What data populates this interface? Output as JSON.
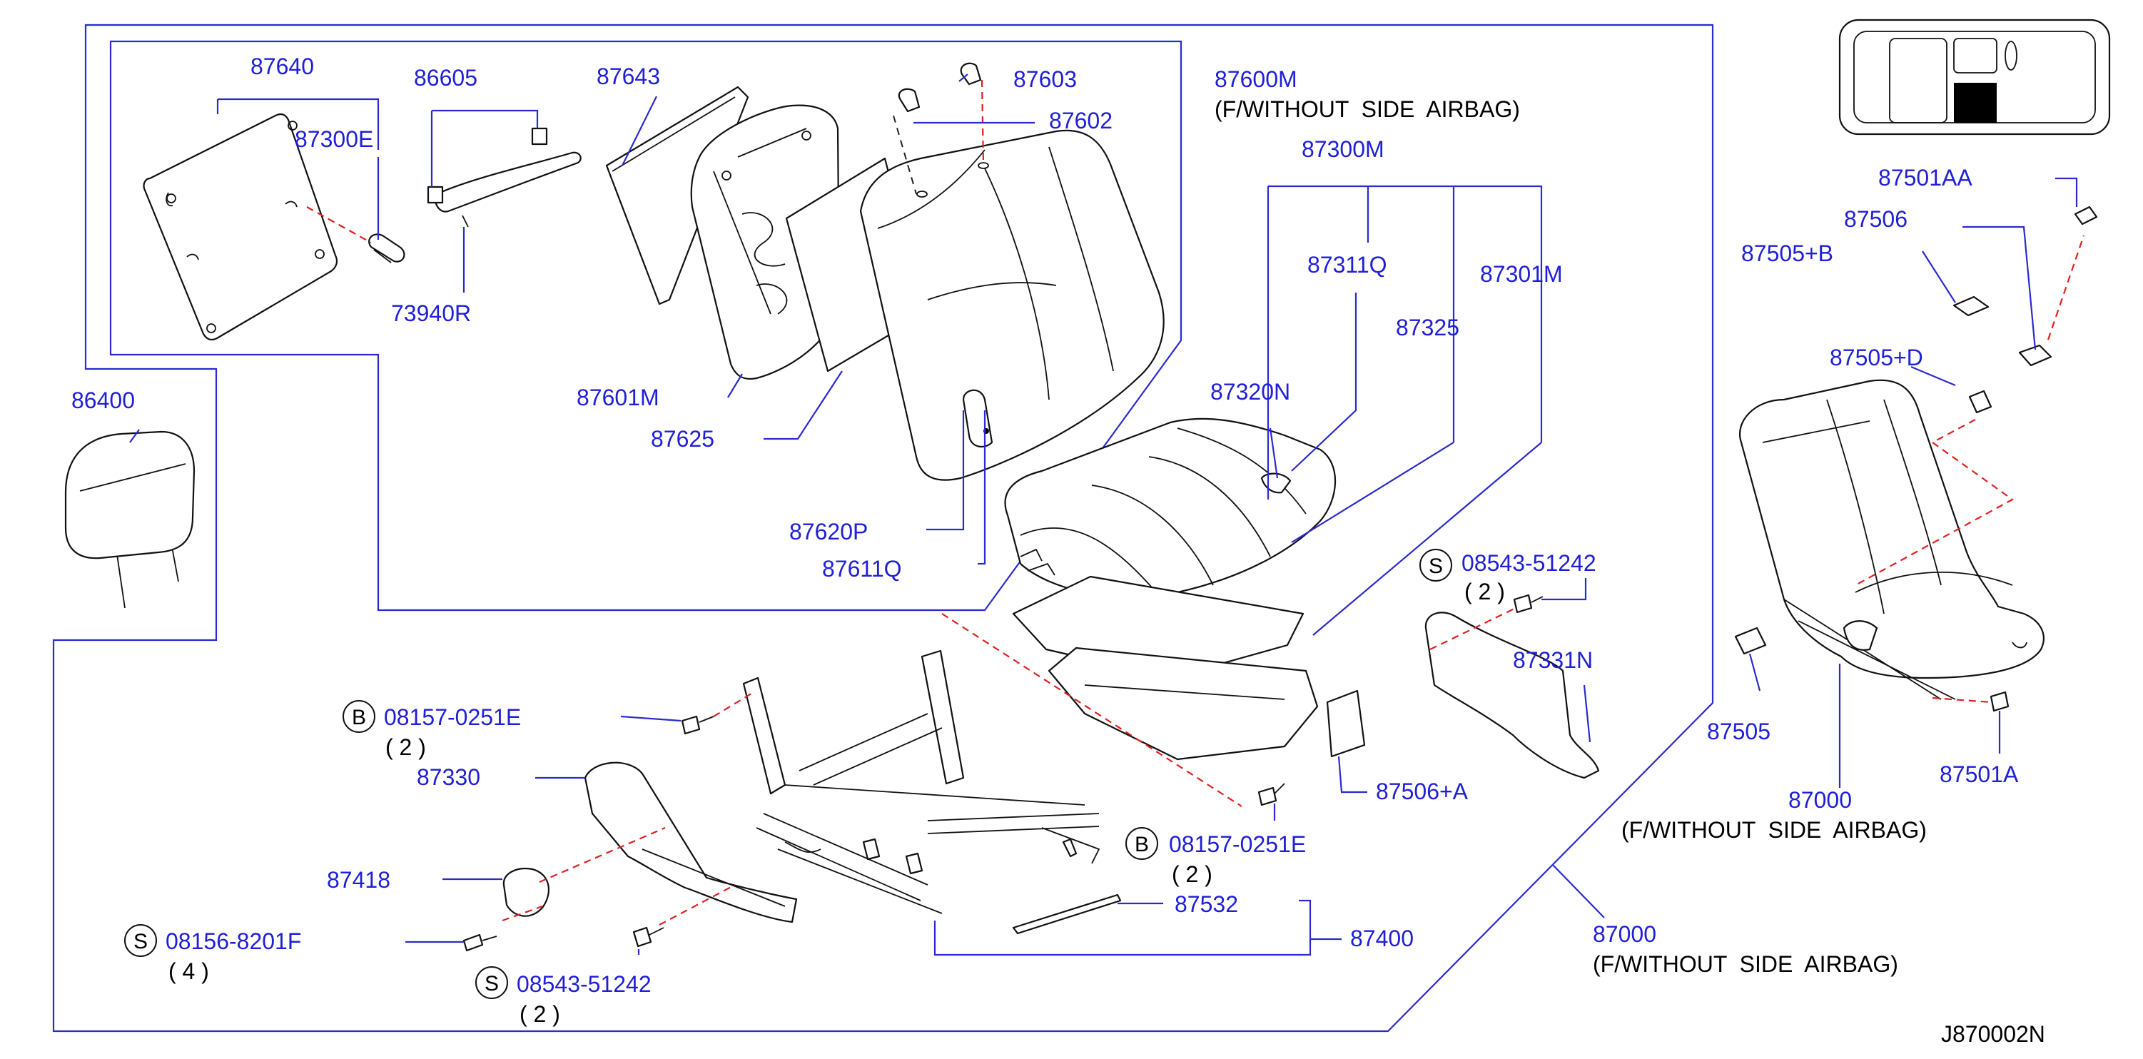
{
  "diagram_id": "J870002N",
  "parts": {
    "p87640": "87640",
    "p86605": "86605",
    "p87643": "87643",
    "p87603": "87603",
    "p87600M": "87600M",
    "p87600M_note": "(F/WITHOUT  SIDE  AIRBAG)",
    "p87300E": "87300E",
    "p87602": "87602",
    "p87300M": "87300M",
    "p73940R": "73940R",
    "p87311Q": "87311Q",
    "p87301M": "87301M",
    "p87325": "87325",
    "p86400": "86400",
    "p87601M": "87601M",
    "p87320N": "87320N",
    "p87625": "87625",
    "p87620P": "87620P",
    "p87611Q": "87611Q",
    "p87501AA": "87501AA",
    "p87506": "87506",
    "p87505B": "87505+B",
    "p87505D": "87505+D",
    "p08543_a": "08543-51242",
    "p08543_a_qty": "( 2 )",
    "p87331N": "87331N",
    "p08157_a": "08157-0251E",
    "p08157_a_qty": "( 2 )",
    "p87330": "87330",
    "p87506A": "87506+A",
    "p08157_b": "08157-0251E",
    "p08157_b_qty": "( 2 )",
    "p87418": "87418",
    "p87532": "87532",
    "p87400": "87400",
    "p08156": "08156-8201F",
    "p08156_qty": "( 4 )",
    "p08543_b": "08543-51242",
    "p08543_b_qty": "( 2 )",
    "p87505": "87505",
    "p87501A": "87501A",
    "p87000_r": "87000",
    "p87000_r_note": "(F/WITHOUT  SIDE  AIRBAG)",
    "p87000_b": "87000",
    "p87000_b_note": "(F/WITHOUT  SIDE  AIRBAG)"
  },
  "symbols": {
    "bolt": "B",
    "screw": "S"
  },
  "colors": {
    "callout": "#1f1fd8",
    "leader": "#2a2ad0",
    "installation_line": "#e02020",
    "part_outline": "#111111"
  }
}
